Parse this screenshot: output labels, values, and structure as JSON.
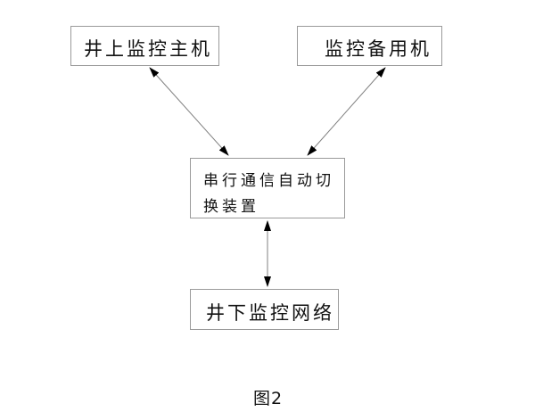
{
  "nodes": {
    "host": {
      "label": "井上监控主机"
    },
    "backup": {
      "label": "监控备用机"
    },
    "switcher": {
      "label_line1": "串行通信自动切",
      "label_line2": "换装置"
    },
    "network": {
      "label": "井下监控网络"
    }
  },
  "connections": [
    {
      "from": "host",
      "to": "switcher",
      "type": "bidirectional-arrow"
    },
    {
      "from": "backup",
      "to": "switcher",
      "type": "bidirectional-arrow"
    },
    {
      "from": "switcher",
      "to": "network",
      "type": "bidirectional-arrow"
    }
  ],
  "caption": "图2",
  "colors": {
    "line": "#808080",
    "arrowhead": "#000000",
    "box_border": "#9a9a9a"
  }
}
